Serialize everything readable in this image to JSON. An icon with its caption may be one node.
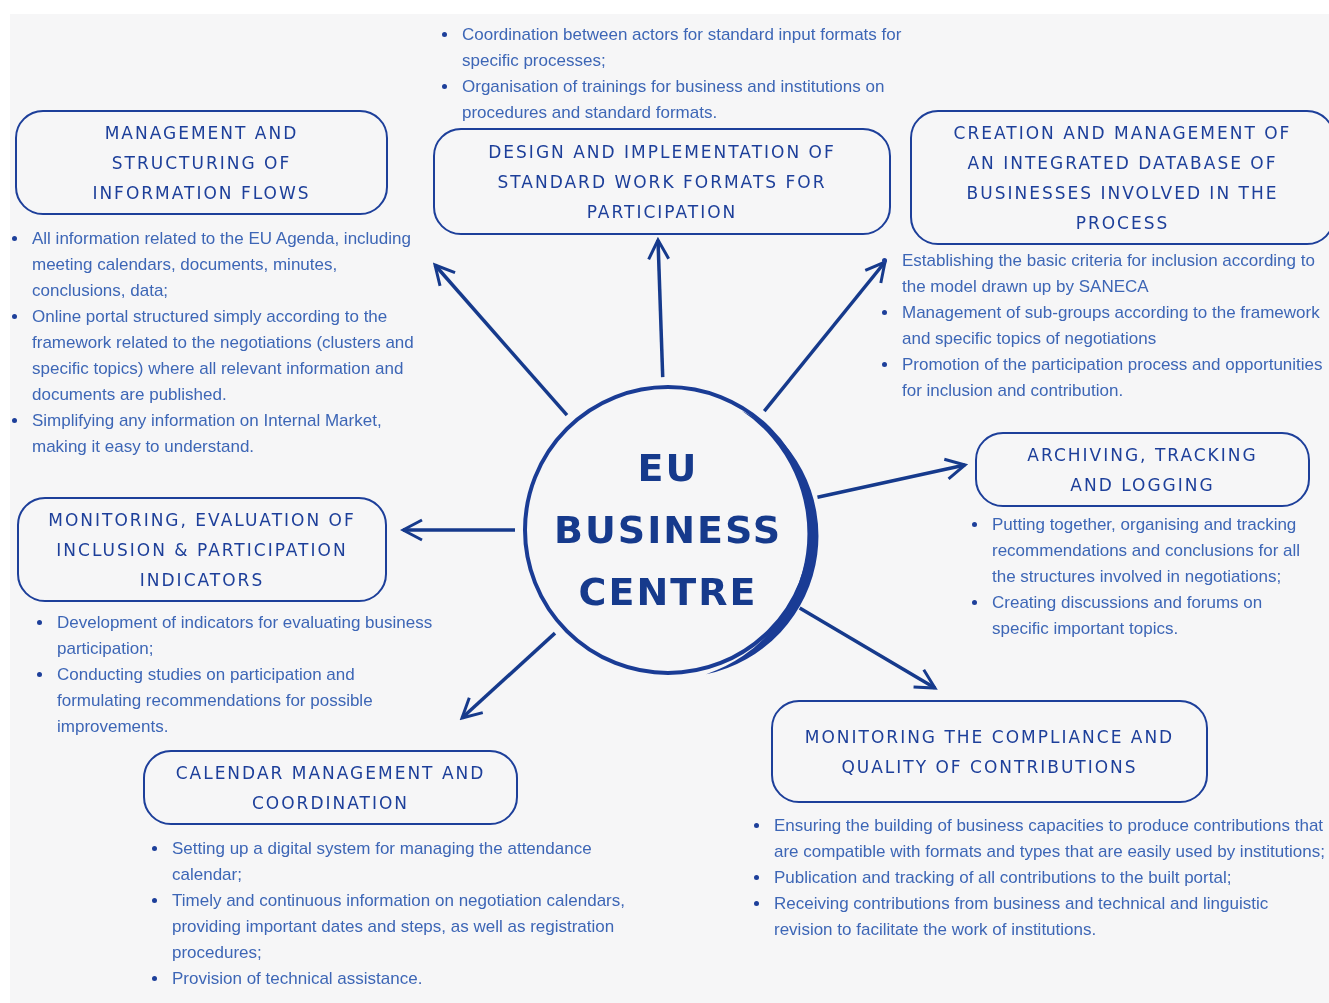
{
  "diagram": {
    "nodes": [
      {
        "text": [
          "EU BUSINESS CENTRE"
        ]
      },
      {
        "text": [
          "MANAGEMENT AND STRUCTURING OF INFORMATION FLOWS"
        ],
        "beside": [
          "All information related to the EU Agenda, including meeting calendars, documents, minutes, conclusions, data;",
          "Online portal structured simply according to the framework related to the negotiations (clusters and specific topics) where all relevant information and documents are published.",
          "Simplifying any information on Internal Market, making it easy to understand."
        ]
      },
      {
        "text": [
          "DESIGN AND IMPLEMENTATION OF STANDARD WORK FORMATS FOR PARTICIPATION"
        ],
        "beside": [
          "Coordination between actors for standard input formats for specific processes;",
          "Organisation of trainings for business and institutions on procedures and standard formats."
        ]
      },
      {
        "text": [
          "CREATION AND MANAGEMENT OF AN INTEGRATED DATABASE OF BUSINESSES INVOLVED IN THE PROCESS"
        ],
        "beside": [
          "Establishing the basic criteria for inclusion according to the model drawn up by SANECA",
          "Management of sub-groups according to the framework and specific topics of negotiations",
          "Promotion of the participation process and opportunities for inclusion and contribution."
        ]
      },
      {
        "text": [
          "ARCHIVING, TRACKING AND LOGGING"
        ],
        "beside": [
          "Putting together, organising and tracking recommendations and conclusions for all the structures involved in negotiations;",
          "Creating discussions and forums on specific important topics."
        ]
      },
      {
        "text": [
          "MONITORING, EVALUATION OF INCLUSION & PARTICIPATION INDICATORS"
        ],
        "beside": [
          "Development of indicators for evaluating business participation;",
          "Conducting studies on participation and formulating recommendations for possible improvements."
        ]
      },
      {
        "text": [
          "CALENDAR MANAGEMENT AND COORDINATION"
        ],
        "beside": [
          "Setting up a digital system for managing the attendance calendar;",
          "Timely and continuous information on negotiation calendars, providing important dates and steps, as well as registration procedures;",
          "Provision of technical assistance."
        ]
      },
      {
        "text": [
          "MONITORING THE COMPLIANCE AND QUALITY OF CONTRIBUTIONS"
        ],
        "beside": [
          "Ensuring the building of business capacities to produce contributions that are compatible with formats and types that are easily used by institutions;",
          "Publication and tracking of all contributions to the built portal;",
          "Receiving contributions from business and technical and linguistic revision to facilitate the work of institutions."
        ]
      }
    ],
    "edges": [
      {
        "from": 0,
        "to": 1,
        "arrow": "to"
      },
      {
        "from": 0,
        "to": 2,
        "arrow": "to"
      },
      {
        "from": 0,
        "to": 3,
        "arrow": "to"
      },
      {
        "from": 0,
        "to": 4,
        "arrow": "to"
      },
      {
        "from": 0,
        "to": 5,
        "arrow": "to"
      },
      {
        "from": 0,
        "to": 6,
        "arrow": "to"
      },
      {
        "from": 0,
        "to": 7,
        "arrow": "to"
      }
    ]
  }
}
